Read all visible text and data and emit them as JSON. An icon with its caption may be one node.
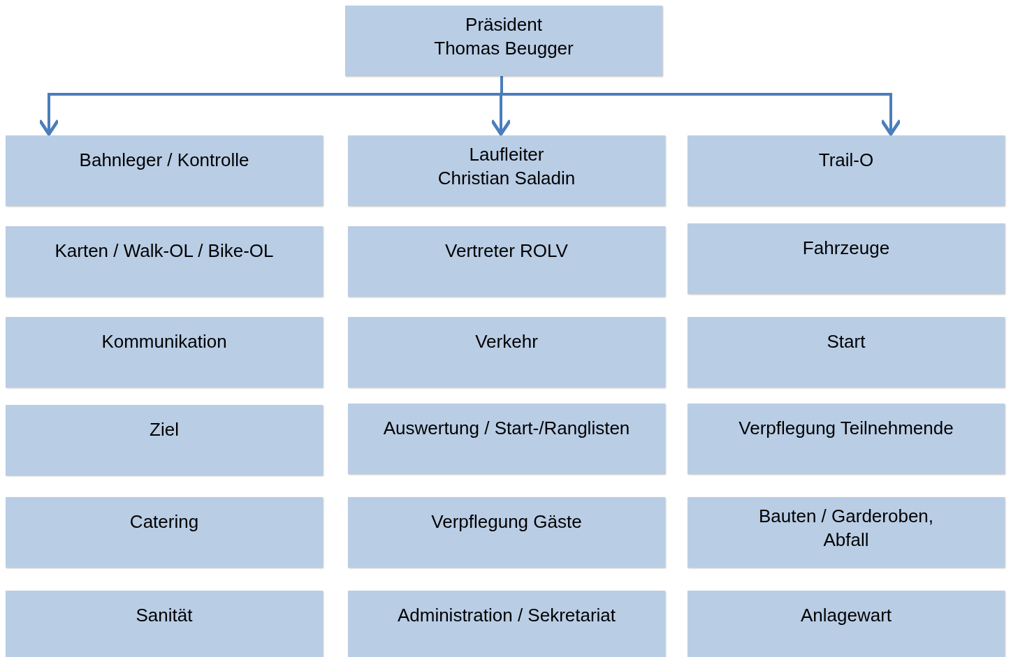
{
  "diagram": {
    "nodes": [
      {
        "text": [
          "Präsident",
          "Thomas Beugger"
        ]
      },
      {
        "text": [
          "Bahnleger / Kontrolle"
        ]
      },
      {
        "text": [
          "Laufleiter",
          "Christian Saladin"
        ]
      },
      {
        "text": [
          "Trail-O"
        ]
      },
      {
        "text": [
          "Karten / Walk-OL / Bike-OL"
        ]
      },
      {
        "text": [
          "Vertreter ROLV"
        ]
      },
      {
        "text": [
          "Fahrzeuge"
        ]
      },
      {
        "text": [
          "Kommunikation"
        ]
      },
      {
        "text": [
          "Verkehr"
        ]
      },
      {
        "text": [
          "Start"
        ]
      },
      {
        "text": [
          "Ziel"
        ]
      },
      {
        "text": [
          "Auswertung / Start-/Ranglisten"
        ]
      },
      {
        "text": [
          "Verpflegung Teilnehmende"
        ]
      },
      {
        "text": [
          "Catering"
        ]
      },
      {
        "text": [
          "Verpflegung Gäste"
        ]
      },
      {
        "text": [
          "Bauten / Garderoben, Abfall"
        ]
      },
      {
        "text": [
          "Sanität"
        ]
      },
      {
        "text": [
          "Administration / Sekretariat"
        ]
      },
      {
        "text": [
          "Anlagewart"
        ]
      }
    ],
    "edges": [
      {
        "from": 0,
        "to": 1,
        "arrow": "to"
      },
      {
        "from": 0,
        "to": 2,
        "arrow": "to"
      },
      {
        "from": 0,
        "to": 3,
        "arrow": "to"
      }
    ]
  }
}
